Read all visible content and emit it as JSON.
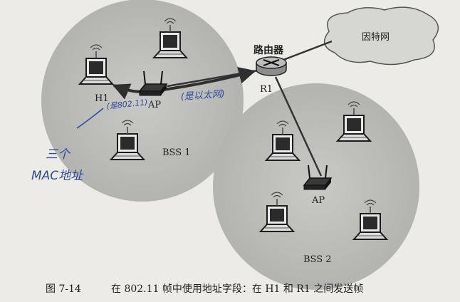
{
  "diagram": {
    "bss1_label": "BSS 1",
    "bss2_label": "BSS 2",
    "ap1_label": "AP",
    "ap2_label": "AP",
    "host_h1_label": "H1",
    "router_title": "路由器",
    "router_name": "R1",
    "internet_label": "因特网"
  },
  "handwritten": {
    "link_wireless": "(是802.11)",
    "link_ethernet": "(是以太网)",
    "note_line1": "三个",
    "note_line2": "MAC地址"
  },
  "caption": {
    "figure_number": "图 7-14",
    "text": "在 802.11 帧中使用地址字段：在 H1 和 R1 之间发送帧"
  }
}
